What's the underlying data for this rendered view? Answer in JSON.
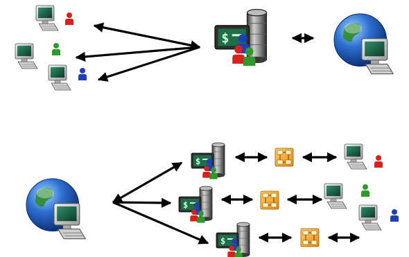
{
  "diagram": {
    "top_section": {
      "clients": [
        {
          "user_color": "red",
          "icon": "computer-icon"
        },
        {
          "user_color": "green",
          "icon": "computer-icon"
        },
        {
          "user_color": "blue",
          "icon": "computer-icon"
        }
      ],
      "server": {
        "icon": "server-icon",
        "screen_symbol": "$"
      },
      "network": {
        "icon": "globe-icon"
      },
      "connectors": [
        "one-to-many",
        "bidirectional"
      ]
    },
    "bottom_section": {
      "network": {
        "icon": "globe-icon"
      },
      "branches": [
        {
          "server_icon": "server-icon",
          "proxy_icon": "proxy-icon",
          "user_color": "red"
        },
        {
          "server_icon": "server-icon",
          "proxy_icon": "proxy-icon",
          "user_color": "green"
        },
        {
          "server_icon": "server-icon",
          "proxy_icon": "proxy-icon",
          "user_color": "blue"
        }
      ],
      "connectors": [
        "one-to-many",
        "bidirectional"
      ]
    },
    "colors": {
      "user_red": "#d8211c",
      "user_green": "#2f9a2b",
      "user_blue": "#1f3fb8",
      "globe_blue": "#2d6fd0",
      "arrow": "#000000",
      "proxy_orange": "#f2a52a"
    }
  }
}
